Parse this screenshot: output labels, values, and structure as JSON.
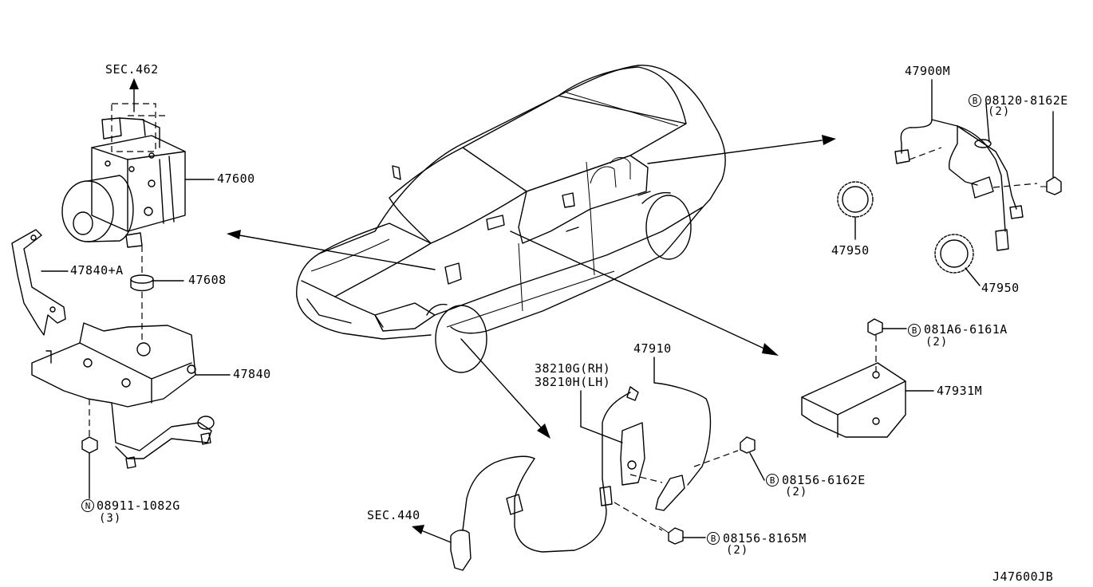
{
  "labels": {
    "sec_462": "SEC.462",
    "p47600": "47600",
    "p47840a": "47840+A",
    "p47608": "47608",
    "p47840": "47840",
    "p08911": "08911-1082G",
    "p08911_qty": "(3)",
    "p47900m": "47900M",
    "p08120": "08120-8162E",
    "p08120_qty": "(2)",
    "p47950a": "47950",
    "p47950b": "47950",
    "p081a6": "081A6-6161A",
    "p081a6_qty": "(2)",
    "p47931m": "47931M",
    "p47910": "47910",
    "p38210g": "38210G(RH)",
    "p38210h": "38210H(LH)",
    "p08156_6162": "08156-6162E",
    "p08156_6162_qty": "(2)",
    "sec_440": "SEC.440",
    "p08156_8165": "08156-8165M",
    "p08156_8165_qty": "(2)",
    "ref": "J47600JB"
  },
  "symbols": {
    "n": "N",
    "b": "B"
  }
}
